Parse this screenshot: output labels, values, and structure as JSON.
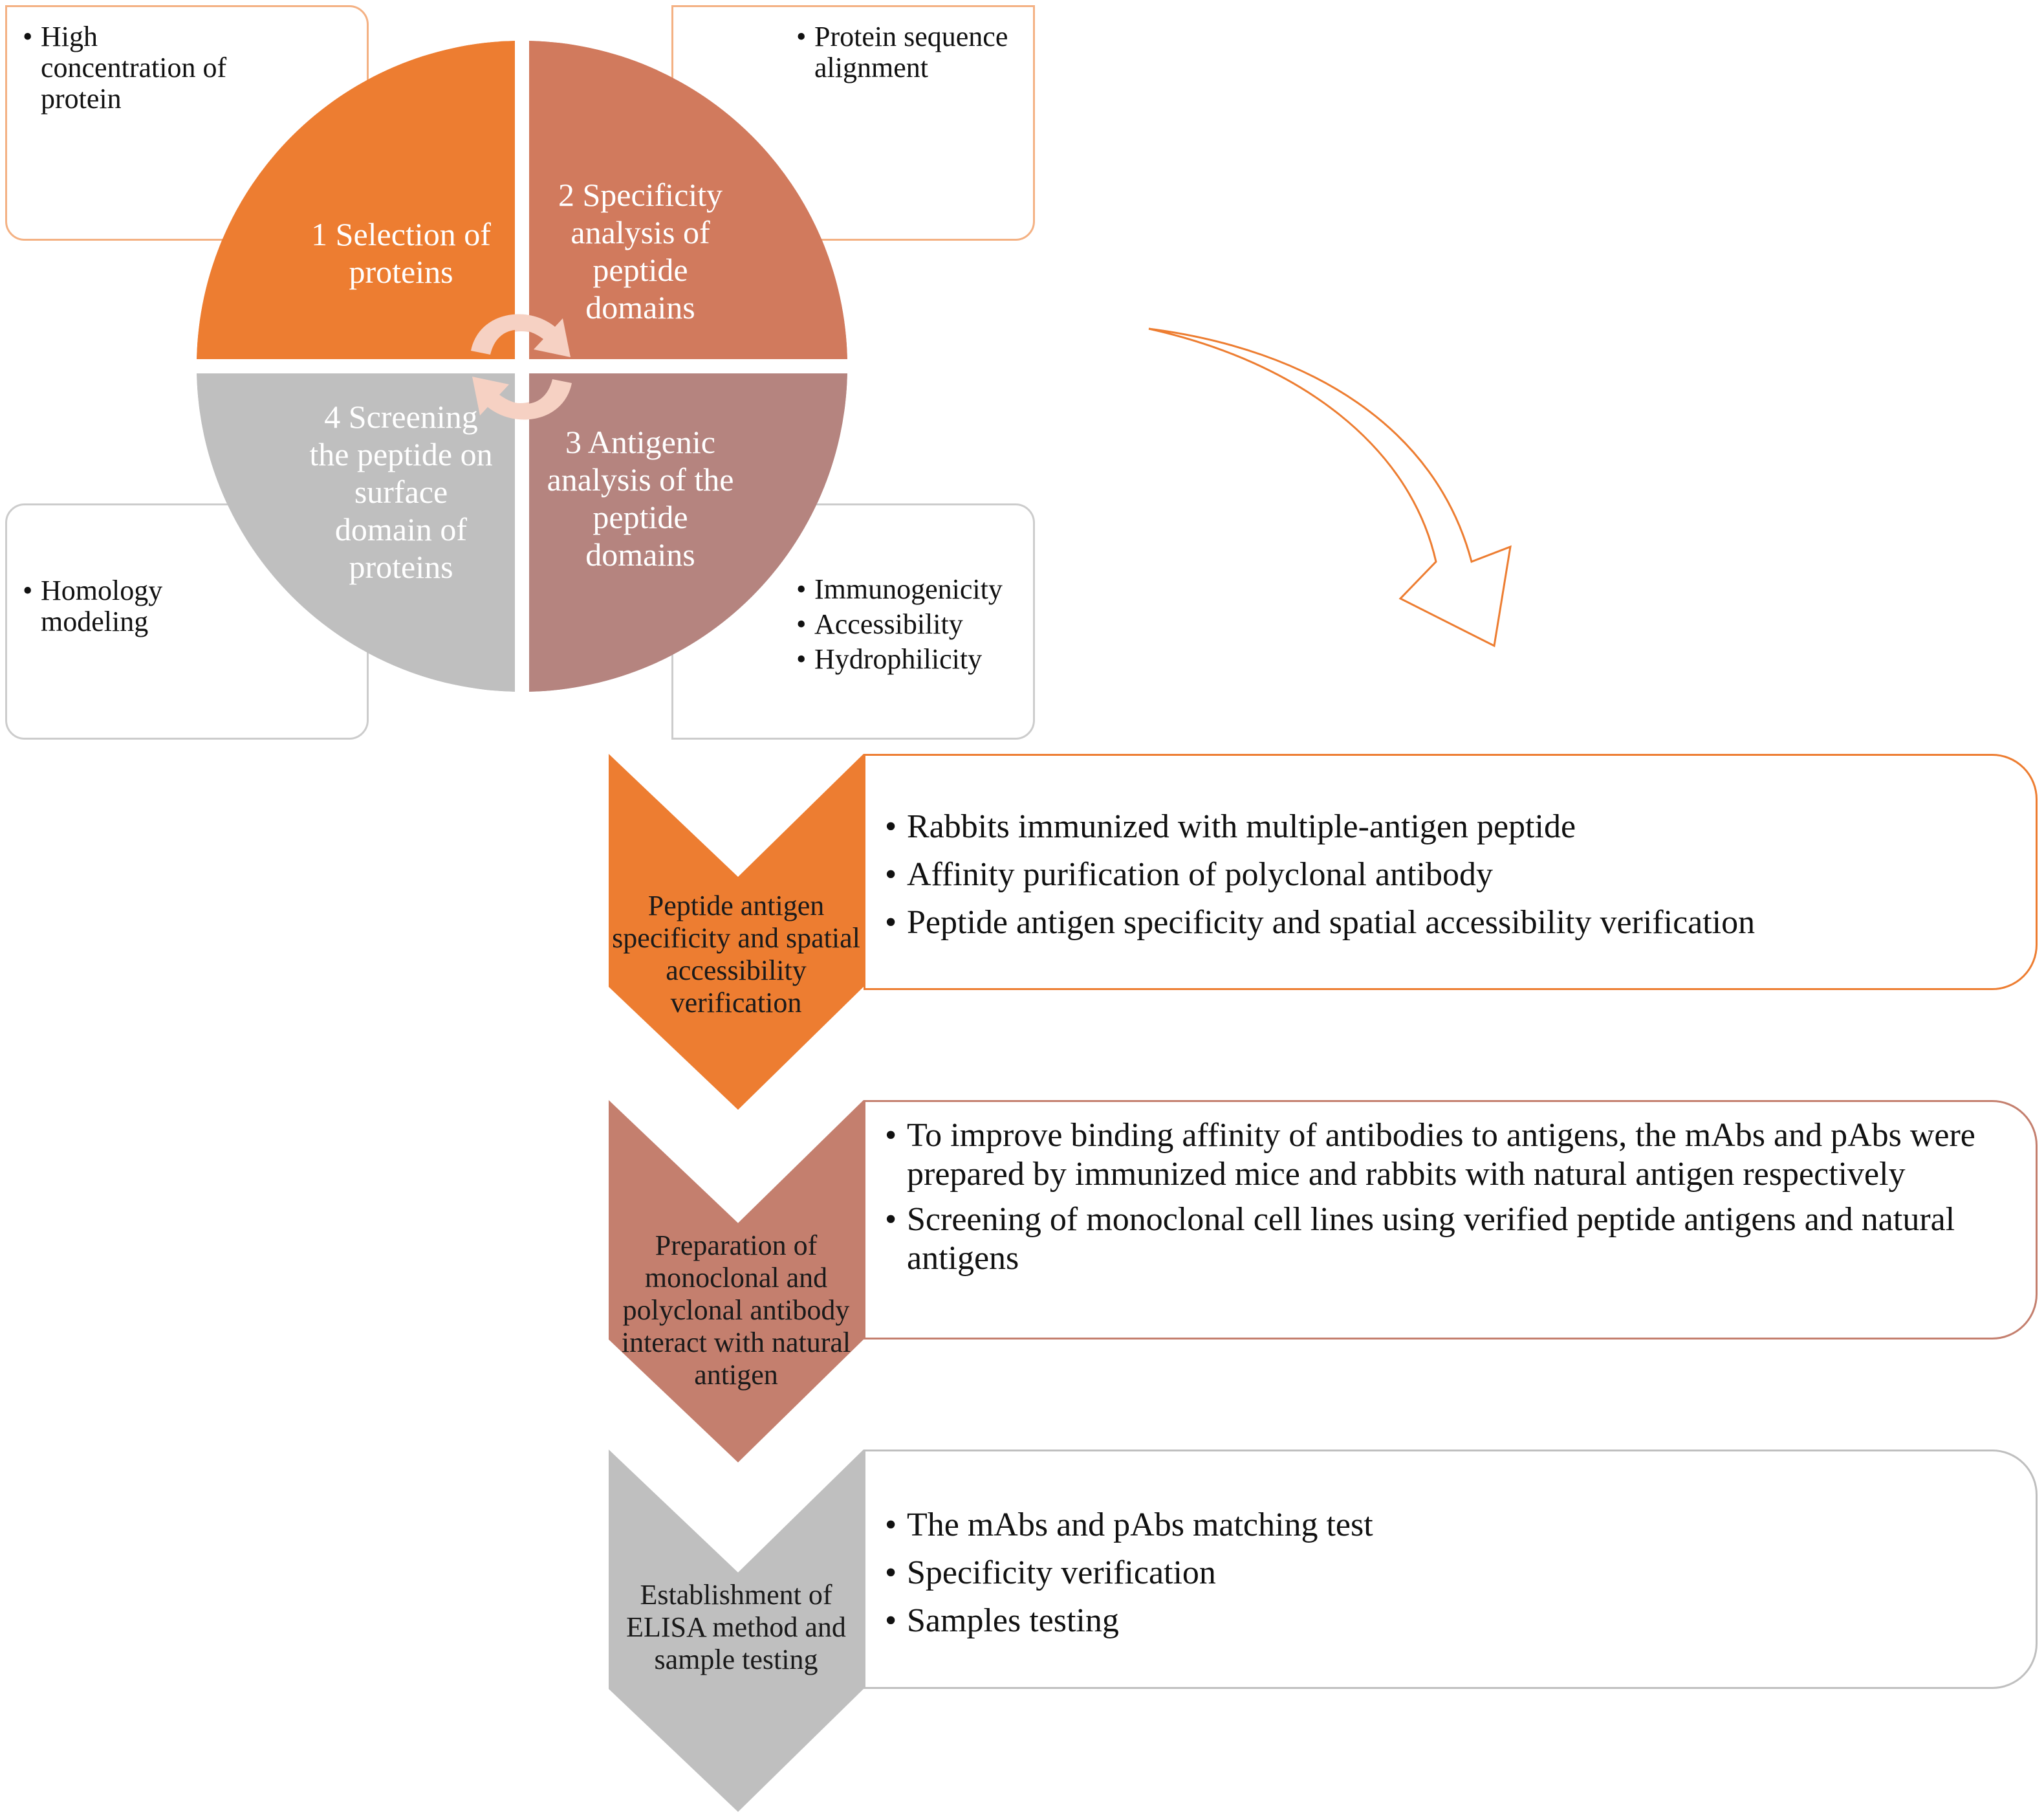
{
  "colors": {
    "orange": "#ed7d31",
    "terracotta": "#d17a5d",
    "mauve": "#b5847f",
    "rust": "#c47f6e",
    "grey": "#bfbfbf",
    "cycle_arrow": "#f6d1c3",
    "box_border_orange": "#f4b183",
    "box_border_grey": "#cccccc",
    "big_arrow": "#ed7d31"
  },
  "cycle": {
    "quadrants": [
      {
        "label": "1 Selection of proteins",
        "color": "#ed7d31"
      },
      {
        "label": "2 Specificity analysis of peptide domains",
        "color": "#d17a5d"
      },
      {
        "label": "3 Antigenic analysis of the peptide domains",
        "color": "#b5847f"
      },
      {
        "label": "4 Screening the peptide on surface domain of proteins",
        "color": "#bfbfbf"
      }
    ],
    "notes": [
      {
        "items": [
          "High concentration of protein"
        ]
      },
      {
        "items": [
          "Protein sequence alignment"
        ]
      },
      {
        "items": [
          "Immunogenicity",
          "Accessibility",
          "Hydrophilicity"
        ]
      },
      {
        "items": [
          "Homology modeling"
        ]
      }
    ]
  },
  "steps": [
    {
      "label": "Peptide antigen specificity and spatial accessibility verification",
      "color": "#ed7d31",
      "items": [
        "Rabbits immunized with multiple-antigen peptide",
        "Affinity purification of polyclonal antibody",
        "Peptide antigen specificity and spatial accessibility verification"
      ]
    },
    {
      "label": "Preparation of monoclonal and polyclonal antibody interact with natural antigen",
      "color": "#c47f6e",
      "items": [
        "To improve binding affinity of  antibodies to antigens, the mAbs and pAbs were prepared by immunized mice and rabbits with natural antigen respectively",
        "Screening of monoclonal cell lines using verified peptide antigens and natural antigens"
      ]
    },
    {
      "label": "Establishment of ELISA method and sample testing",
      "color": "#bfbfbf",
      "items": [
        "The mAbs and pAbs matching test",
        "Specificity verification",
        "Samples testing"
      ]
    }
  ]
}
